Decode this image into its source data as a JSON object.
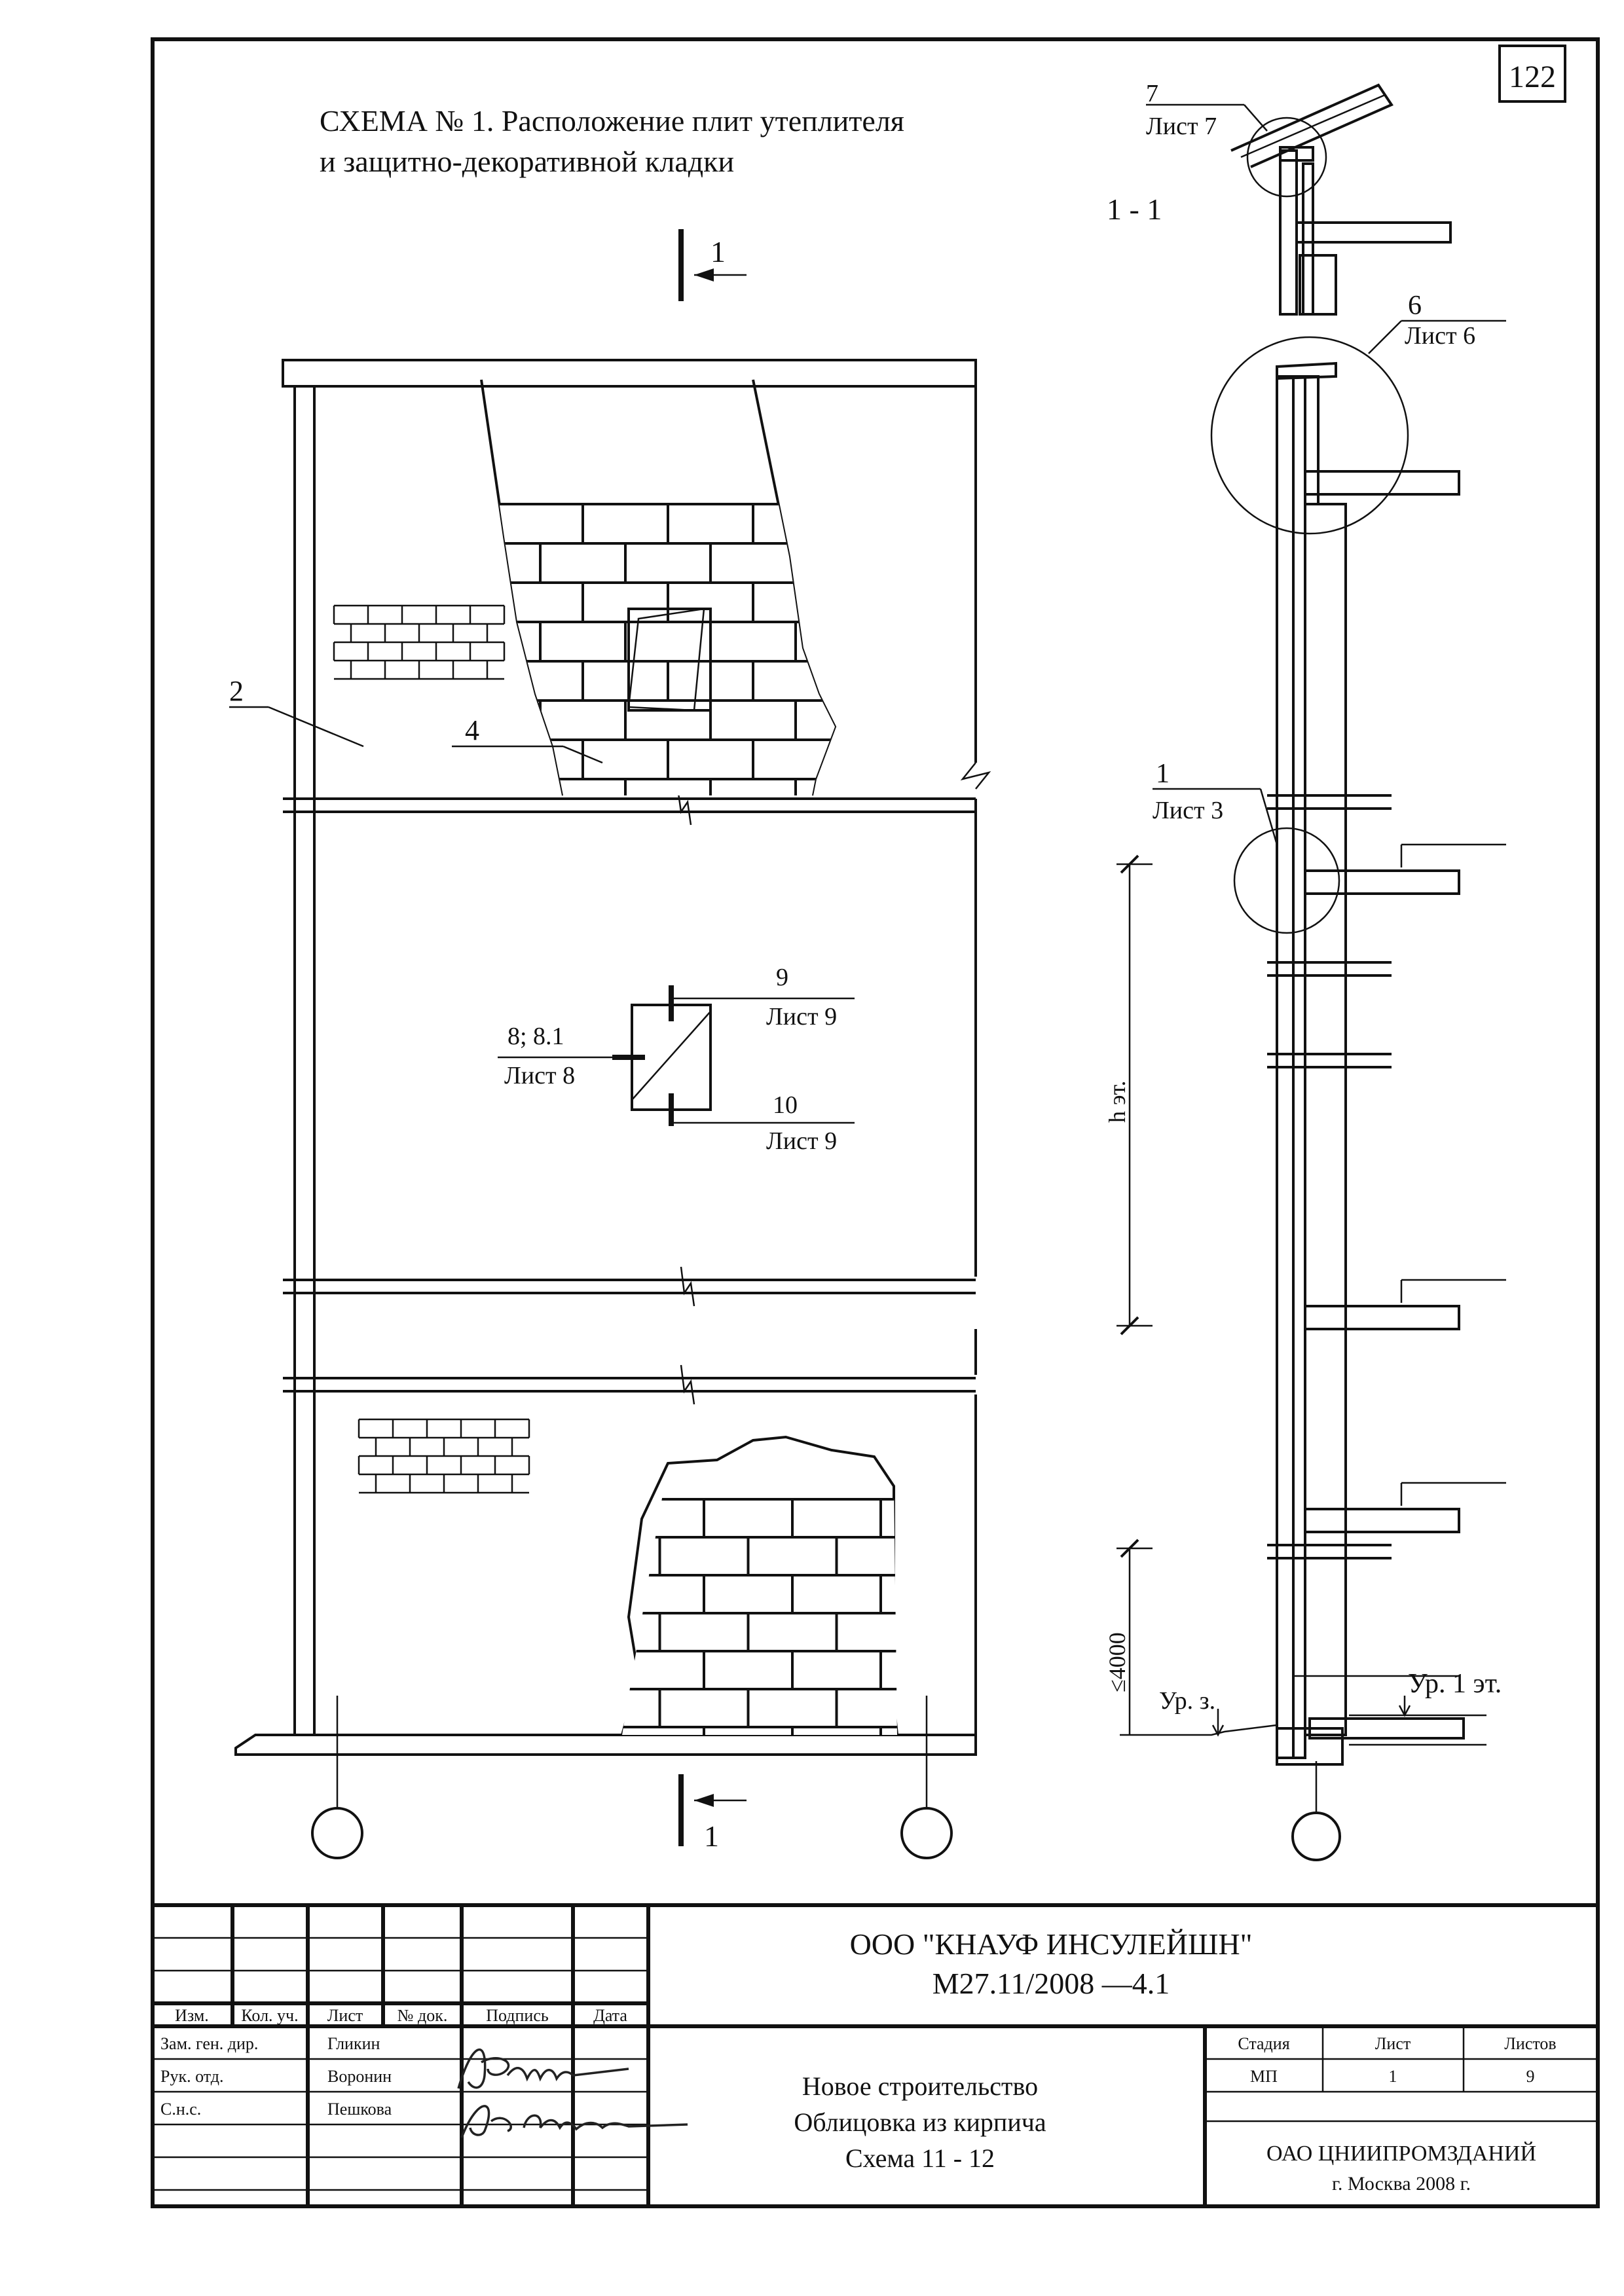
{
  "sheet_number": "122",
  "schema_title_line1": "СХЕМА № 1. Расположение плит утеплителя",
  "schema_title_line2": "и защитно-декоративной кладки",
  "section_label": "1 - 1",
  "section_mark": "1",
  "callouts": {
    "c2": "2",
    "c4": "4",
    "c9_num": "9",
    "c9_sheet": "Лист 9",
    "c8_num": "8; 8.1",
    "c8_sheet": "Лист 8",
    "c10_num": "10",
    "c10_sheet": "Лист 9",
    "c7_num": "7",
    "c7_sheet": "Лист 7",
    "c6_num": "6",
    "c6_sheet": "Лист 6",
    "c1_num": "1",
    "c1_sheet": "Лист 3"
  },
  "dimensions": {
    "h_floor": "h эт.",
    "max_height": "≤4000",
    "ground_level": "Ур. з.",
    "first_floor_level": "Ур. 1 эт."
  },
  "title_block": {
    "company": "ООО \"КНАУФ ИНСУЛЕЙШН\"",
    "doc_code": "М27.11/2008 —4.1",
    "col_headers": [
      "Изм.",
      "Кол. уч.",
      "Лист",
      "№ док.",
      "Подпись",
      "Дата"
    ],
    "roles": [
      {
        "role": "Зам. ген. дир.",
        "name": "Гликин"
      },
      {
        "role": "Рук. отд.",
        "name": "Воронин"
      },
      {
        "role": "С.н.с.",
        "name": "Пешкова"
      }
    ],
    "project_line1": "Новое строительство",
    "project_line2": "Облицовка из кирпича",
    "project_line3": "Схема 11 - 12",
    "stage_header": "Стадия",
    "sheet_header": "Лист",
    "sheets_header": "Листов",
    "stage_value": "МП",
    "sheet_value": "1",
    "sheets_value": "9",
    "org_line1": "ОАО ЦНИИПРОМЗДАНИЙ",
    "org_line2": "г. Москва 2008 г."
  }
}
